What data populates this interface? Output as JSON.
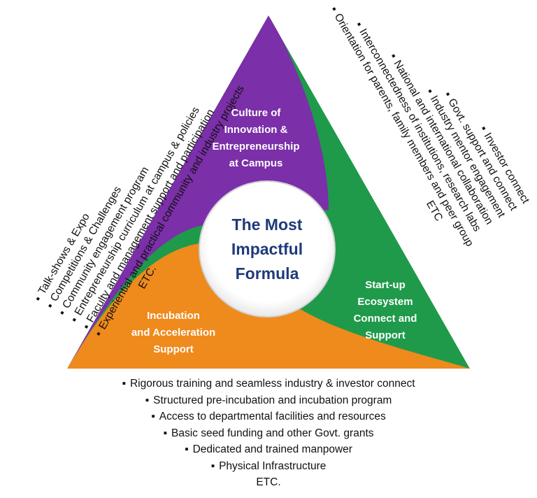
{
  "center": {
    "line1": "The Most",
    "line2": "Impactful",
    "line3": "Formula"
  },
  "segments": {
    "culture": {
      "lines": [
        "Culture of",
        "Innovation &",
        "Entrepreneurship",
        "at Campus"
      ],
      "color": "#7b2fa8"
    },
    "ecosystem": {
      "lines": [
        "Start-up",
        "Ecosystem",
        "Connect and",
        "Support"
      ],
      "color": "#1f9a4a"
    },
    "incubation": {
      "lines": [
        "Incubation",
        "and Acceleration",
        "Support"
      ],
      "color": "#ef8a1c"
    }
  },
  "left_list": {
    "items": [
      "Talk-shows & Expo",
      "Competitions & Challenges",
      "Community engagement program",
      "Entrepreneurship curriculum at campus & policies",
      "Faculty and management support and participation",
      "Experiential and practical community and industry projects"
    ],
    "etc": "ETC."
  },
  "right_list": {
    "items": [
      "Investor connect",
      "Govt. support and connect",
      "Industry mentor engagement",
      "National and international collaboration",
      "Interconnectedness of institutions, research labs",
      "Orientation for parents, family members and peer group"
    ],
    "etc": "ETC"
  },
  "bottom_list": {
    "items": [
      "Rigorous training and seamless industry & investor connect",
      "Structured pre-incubation and incubation program",
      "Access to departmental facilities and resources",
      "Basic seed funding and other Govt. grants",
      "Dedicated and trained manpower",
      "Physical Infrastructure"
    ],
    "etc": "ETC."
  }
}
